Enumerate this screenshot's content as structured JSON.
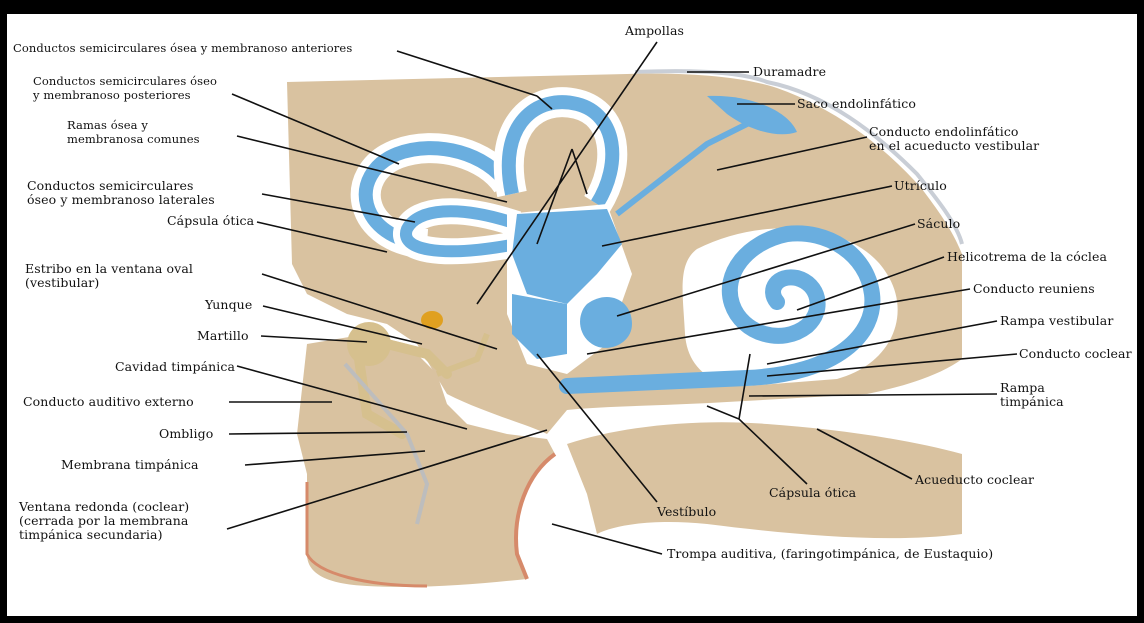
{
  "labels": {
    "semi_anteriores": "Conductos semicirculares ósea y membranoso anteriores",
    "semi_posteriores": "Conductos semicirculares óseo\ny membranoso posteriores",
    "ramas_comunes": "Ramas ósea y\nmembranosa comunes",
    "semi_laterales": "Conductos semicirculares\nóseo y membranoso laterales",
    "capsula_otica_left": "Cápsula ótica",
    "estribo": "Estribo en la ventana oval\n(vestibular)",
    "yunque": "Yunque",
    "martillo": "Martillo",
    "cavidad_timpanica": "Cavidad timpánica",
    "conducto_auditivo_externo": "Conducto auditivo externo",
    "ombligo": "Ombligo",
    "membrana_timpanica": "Membrana timpánica",
    "ventana_redonda": "Ventana redonda (coclear)\n(cerrada por la membrana\ntimpánica secundaria)",
    "ampollas": "Ampollas",
    "duramadre": "Duramadre",
    "saco_endolinfatico": "Saco endolinfático",
    "conducto_endolinfatico": "Conducto endolinfático\nen el acueducto vestibular",
    "utriculo": "Utrículo",
    "saculo": "Sáculo",
    "helicotrema": "Helicotrema de la cóclea",
    "conducto_reuniens": "Conducto reuniens",
    "rampa_vestibular": "Rampa vestibular",
    "conducto_coclear": "Conducto coclear",
    "rampa_timpanica": "Rampa\ntimpánica",
    "acueducto_coclear": "Acueducto coclear",
    "capsula_otica_bottom": "Cápsula ótica",
    "vestibulo": "Vestíbulo",
    "trompa_auditiva": "Trompa auditiva, (faringotimpánica, de Eustaquio)"
  },
  "colors": {
    "bone": "#d9c2a0",
    "membranous": "#6aaedf",
    "perilymph": "#ffffff",
    "mucosa": "#d68a6a",
    "dura": "#c9ced6",
    "ossicle": "#d6c08e",
    "stapes_footplate": "#e0a020",
    "leader": "#111111"
  }
}
